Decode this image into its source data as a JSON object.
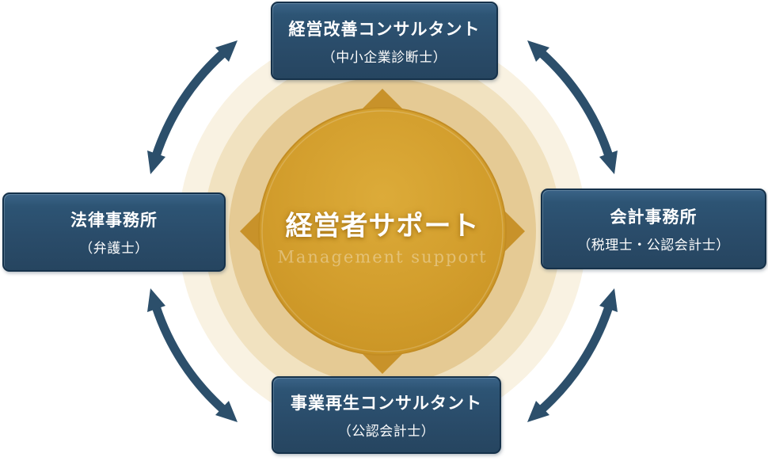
{
  "center": {
    "title": "経営者サポート",
    "subtitle": "Management support"
  },
  "nodes": [
    {
      "position": "top",
      "title": "経営改善コンサルタント",
      "subtitle": "（中小企業診断士）"
    },
    {
      "position": "right",
      "title": "会計事務所",
      "subtitle": "（税理士・公認会計士）"
    },
    {
      "position": "bottom",
      "title": "事業再生コンサルタント",
      "subtitle": "（公認会計士）"
    },
    {
      "position": "left",
      "title": "法律事務所",
      "subtitle": "（弁護士）"
    }
  ],
  "colors": {
    "node_navy": "#2c5270",
    "node_border": "#15314a",
    "arrow_navy": "#2c4f6b",
    "circle_gold": "#d09a2b",
    "circle_edge": "#c38d24",
    "diamond_gold": "#c8922a",
    "ring_inner": "#e5ca94",
    "ring_middle": "#f1e2c0",
    "ring_outer": "#f9f2e2",
    "background": "#ffffff"
  }
}
